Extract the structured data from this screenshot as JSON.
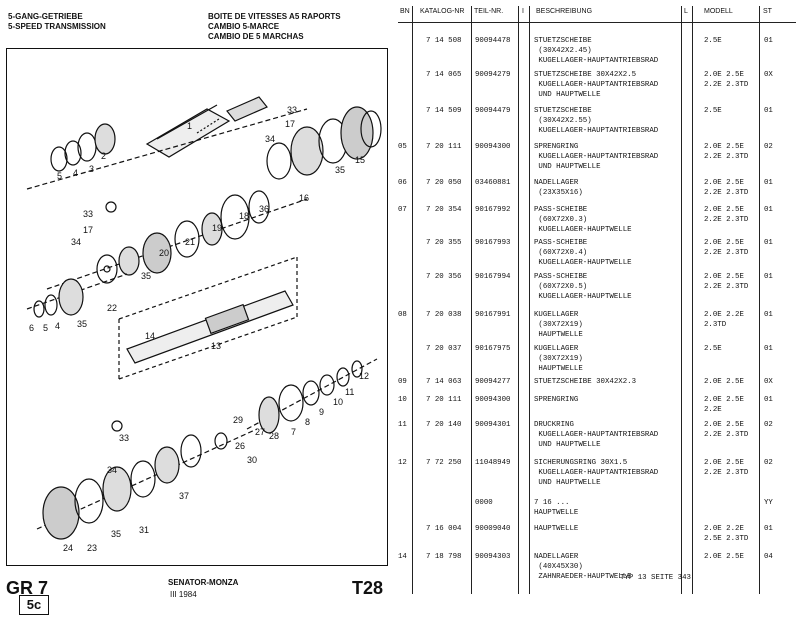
{
  "header": {
    "de": "5-GANG-GETRIEBE",
    "en": "5-SPEED TRANSMISSION",
    "fr": "BOITE DE VITESSES A5 RAPORTS",
    "nl": "CAMBIO 5-MARCE",
    "es": "CAMBIO DE 5 MARCHAS"
  },
  "diagram": {
    "badge": "5c",
    "part_labels": [
      "1",
      "2",
      "3",
      "4",
      "5",
      "33",
      "17",
      "34",
      "15",
      "35",
      "16",
      "36",
      "18",
      "19",
      "21",
      "20",
      "35",
      "22",
      "33",
      "17",
      "34",
      "5",
      "4",
      "6",
      "35",
      "14",
      "13",
      "12",
      "11",
      "10",
      "9",
      "8",
      "7",
      "28",
      "27",
      "26",
      "29",
      "30",
      "33",
      "34",
      "37",
      "31",
      "35",
      "23",
      "24"
    ]
  },
  "footer": {
    "group": "GR 7",
    "model": "SENATOR-MONZA",
    "date": "III 1984",
    "page": "T28"
  },
  "table": {
    "columns": [
      "BN",
      "KATALOG-NR",
      "TEIL-NR.",
      "I",
      "BESCHREIBUNG",
      "L",
      "MODELL",
      "ST"
    ],
    "rows": [
      {
        "bn": "",
        "katalog": "7 14 508",
        "teil": "90094478",
        "desc": "STUETZSCHEIBE\n (30X42X2.45)\n KUGELLAGER-HAUPTANTRIEBSRAD",
        "modell": "2.5E",
        "st": "01"
      },
      {
        "bn": "",
        "katalog": "7 14 065",
        "teil": "90094279",
        "desc": "STUETZSCHEIBE 30X42X2.5\n KUGELLAGER-HAUPTANTRIEBSRAD\n UND HAUPTWELLE",
        "modell": "2.0E 2.5E\n2.2E 2.3TD",
        "st": "0X"
      },
      {
        "bn": "",
        "katalog": "7 14 509",
        "teil": "90094479",
        "desc": "STUETZSCHEIBE\n (30X42X2.55)\n KUGELLAGER-HAUPTANTRIEBSRAD",
        "modell": "2.5E",
        "st": "01"
      },
      {
        "bn": "05",
        "katalog": "7 20 111",
        "teil": "90094300",
        "desc": "SPRENGRING\n KUGELLAGER-HAUPTANTRIEBSRAD\n UND HAUPTWELLE",
        "modell": "2.0E 2.5E\n2.2E 2.3TD",
        "st": "02"
      },
      {
        "bn": "06",
        "katalog": "7 20 050",
        "teil": "03460881",
        "desc": "NADELLAGER\n (23X35X16)",
        "modell": "2.0E 2.5E\n2.2E 2.3TD",
        "st": "01"
      },
      {
        "bn": "07",
        "katalog": "7 20 354",
        "teil": "90167992",
        "desc": "PASS-SCHEIBE\n (60X72X0.3)\n KUGELLAGER-HAUPTWELLE",
        "modell": "2.0E 2.5E\n2.2E 2.3TD",
        "st": "01"
      },
      {
        "bn": "",
        "katalog": "7 20 355",
        "teil": "90167993",
        "desc": "PASS-SCHEIBE\n (60X72X0.4)\n KUGELLAGER-HAUPTWELLE",
        "modell": "2.0E 2.5E\n2.2E 2.3TD",
        "st": "01"
      },
      {
        "bn": "",
        "katalog": "7 20 356",
        "teil": "90167994",
        "desc": "PASS-SCHEIBE\n (60X72X0.5)\n KUGELLAGER-HAUPTWELLE",
        "modell": "2.0E 2.5E\n2.2E 2.3TD",
        "st": "01"
      },
      {
        "bn": "08",
        "katalog": "7 20 038",
        "teil": "90167991",
        "desc": "KUGELLAGER\n (30X72X19)\n HAUPTWELLE",
        "modell": "2.0E 2.2E\n2.3TD",
        "st": "01"
      },
      {
        "bn": "",
        "katalog": "7 20 037",
        "teil": "90167975",
        "desc": "KUGELLAGER\n (30X72X19)\n HAUPTWELLE",
        "modell": "2.5E",
        "st": "01"
      },
      {
        "bn": "09",
        "katalog": "7 14 063",
        "teil": "90094277",
        "desc": "STUETZSCHEIBE 30X42X2.3",
        "modell": "2.0E 2.5E",
        "st": "0X"
      },
      {
        "bn": "10",
        "katalog": "7 20 111",
        "teil": "90094300",
        "desc": "SPRENGRING",
        "modell": "2.0E 2.5E\n2.2E",
        "st": "01"
      },
      {
        "bn": "11",
        "katalog": "7 20 140",
        "teil": "90094301",
        "desc": "DRUCKRING\n KUGELLAGER-HAUPTANTRIEBSRAD\n UND HAUPTWELLE",
        "modell": "2.0E 2.5E\n2.2E 2.3TD",
        "st": "02"
      },
      {
        "bn": "12",
        "katalog": "7 72 250",
        "teil": "11048949",
        "desc": "SICHERUNGSRING 30X1.5\n KUGELLAGER-HAUPTANTRIEBSRAD\n UND HAUPTWELLE",
        "modell": "2.0E 2.5E\n2.2E 2.3TD",
        "st": "02"
      },
      {
        "bn": "",
        "katalog": "",
        "teil": "0000",
        "desc": "7 16 ...\nHAUPTWELLE",
        "modell": "",
        "st": "YY"
      },
      {
        "bn": "",
        "katalog": "7 16 004",
        "teil": "90009040",
        "desc": "HAUPTWELLE",
        "modell": "2.0E 2.2E\n2.5E 2.3TD",
        "st": "01"
      },
      {
        "bn": "14",
        "katalog": "7 18 798",
        "teil": "90094303",
        "desc": "NADELLAGER\n (40X45X30)\n ZAHNRAEDER-HAUPTWELLE",
        "modell": "2.0E 2.5E",
        "st": "04"
      }
    ],
    "footer_note": "TYP 13 SEITE  343"
  }
}
